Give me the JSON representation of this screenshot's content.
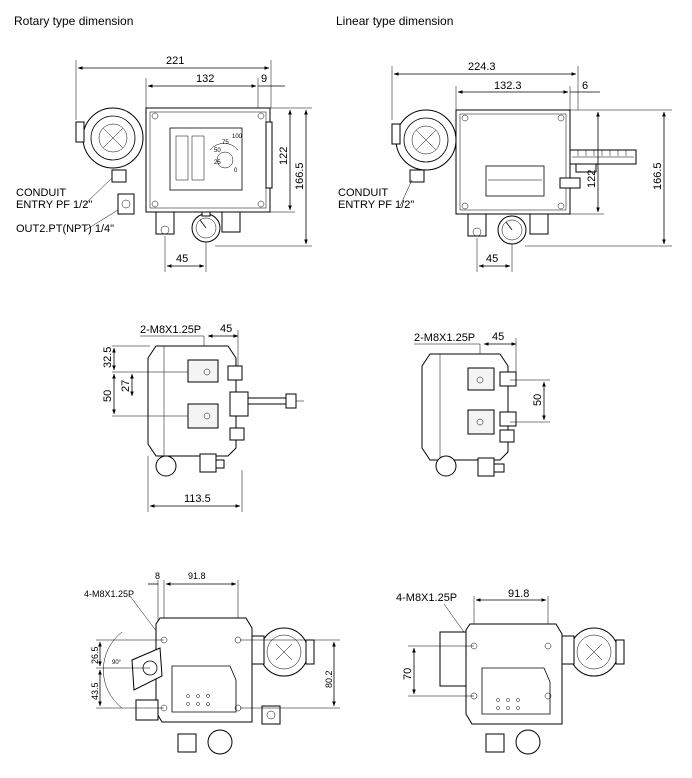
{
  "titles": {
    "rotary": "Rotary type dimension",
    "linear": "Linear type dimension"
  },
  "rotary_front": {
    "dim_overall_width": "221",
    "dim_body_width": "132",
    "dim_offset": "9",
    "dim_body_height": "122",
    "dim_overall_height": "166.5",
    "dim_gauge_offset": "45",
    "label_conduit_line1": "CONDUIT",
    "label_conduit_line2": "ENTRY PF 1/2\"",
    "label_out2": "OUT2.PT(NPT) 1/4\"",
    "scale_labels": [
      "100",
      "75",
      "50",
      "25",
      "0"
    ]
  },
  "linear_front": {
    "dim_overall_width": "224.3",
    "dim_body_width": "132.3",
    "dim_offset": "6",
    "dim_body_height": "122",
    "dim_overall_height": "166.5",
    "dim_gauge_offset": "45",
    "label_conduit_line1": "CONDUIT",
    "label_conduit_line2": "ENTRY PF 1/2\""
  },
  "rotary_side": {
    "thread_label": "2-M8X1.25P",
    "dim_45": "45",
    "dim_32_5": "32.5",
    "dim_27": "27",
    "dim_50": "50",
    "dim_113_5": "113.5"
  },
  "linear_side": {
    "thread_label": "2-M8X1.25P",
    "dim_45": "45",
    "dim_50": "50"
  },
  "rotary_bottom": {
    "thread_label": "4-M8X1.25P",
    "dim_8": "8",
    "dim_91_8": "91.8",
    "dim_26_5": "26.5",
    "dim_43_5": "43.5",
    "angle": "90°",
    "dim_80_2": "80.2"
  },
  "linear_bottom": {
    "thread_label": "4-M8X1.25P",
    "dim_91_8": "91.8",
    "dim_70": "70"
  }
}
